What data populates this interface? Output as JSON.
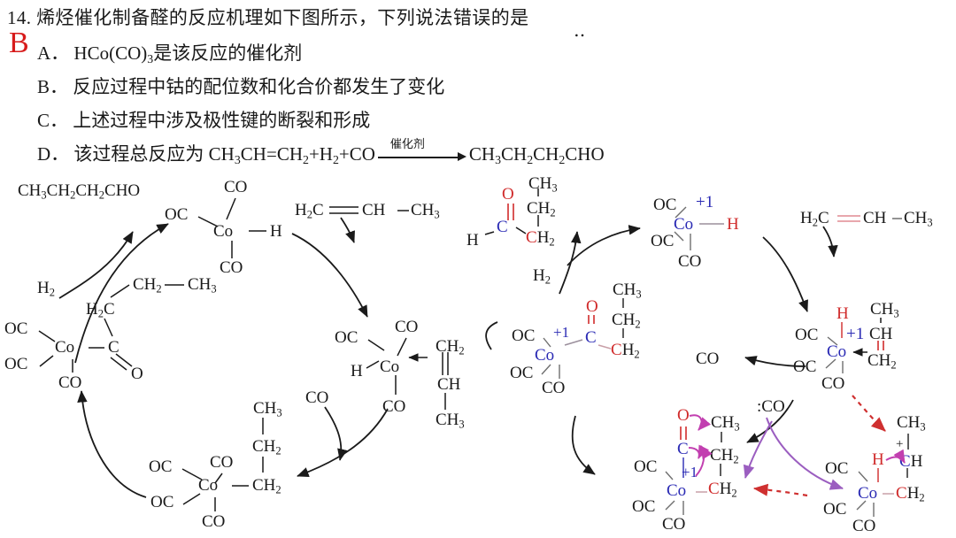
{
  "question": {
    "number": "14.",
    "stem": "烯烃催化制备醛的反应机理如下图所示，下列说法错误的是",
    "emphasis_dots": "‥",
    "answer_mark": "B",
    "options": [
      {
        "label": "A．",
        "text_before": "HCo(CO)",
        "sub": "3",
        "text_after": "是该反应的催化剂"
      },
      {
        "label": "B．",
        "text": "反应过程中钴的配位数和化合价都发生了变化"
      },
      {
        "label": "C．",
        "text": "上述过程中涉及极性键的断裂和形成"
      },
      {
        "label": "D．",
        "prefix": "该过程总反应为",
        "reactants": "CH3CH=CH2+H2+CO",
        "arrow_caption": "催化剂",
        "products": "CH3CH2CH2CHO"
      }
    ]
  },
  "left_cycle": {
    "title_hidden": "",
    "product": "CH3CH2CH2CHO",
    "reagents": [
      "H2",
      "H2C=CH–CH3",
      "CO"
    ],
    "species": [
      {
        "name": "hydrido-cobalt-tricarbonyl",
        "center": "Co",
        "ligands": [
          "OC",
          "CO",
          "CO",
          "H"
        ]
      },
      {
        "name": "alkene-coordinated-cobalt",
        "center": "Co",
        "ligands": [
          "OC",
          "CO",
          "CO",
          "H"
        ],
        "alkene": [
          "CH2",
          "CH",
          "CH3"
        ]
      },
      {
        "name": "alkyl-cobalt-tricarbonyl",
        "center": "Co",
        "ligands": [
          "OC",
          "OC",
          "CO",
          "CO"
        ],
        "chain": [
          "CH2",
          "CH2",
          "CH3"
        ]
      },
      {
        "name": "acyl-cobalt-tricarbonyl",
        "center": "Co",
        "ligands": [
          "OC",
          "OC",
          "CO"
        ],
        "acyl": [
          "C",
          "O",
          "H2C",
          "CH2",
          "CH3"
        ]
      }
    ],
    "labels": {
      "OC": "OC",
      "CO": "CO",
      "Co": "Co",
      "H": "H",
      "CH2": "CH2",
      "CH3": "CH3",
      "H2C": "H2C",
      "CH": "CH",
      "C": "C",
      "O": "O",
      "H2": "H2"
    }
  },
  "right_cycle": {
    "charge_label": "+1",
    "lone_pair_co": ":CO",
    "free_co": "CO",
    "reagents": [
      "H2",
      "H2C=CH–CH3",
      "CO",
      ":CO"
    ],
    "aldehyde": {
      "H": "H",
      "C": "C",
      "O": "O",
      "CH2": "CH2",
      "CH2b": "CH2",
      "CH3": "CH3"
    },
    "species": [
      {
        "name": "hydrido-cobalt-cation",
        "center": "Co",
        "charge": "+1",
        "ligands": [
          "OC",
          "OC",
          "CO"
        ],
        "hydride": "H"
      },
      {
        "name": "alkene-cobalt-cation",
        "center": "Co",
        "charge": "+1",
        "ligands": [
          "OC",
          "OC",
          "CO"
        ],
        "hydride": "H",
        "alkene": [
          "CH3",
          "CH",
          "CH2"
        ]
      },
      {
        "name": "carbocation-alkyl-cobalt",
        "center": "Co",
        "charge_on_carbon": "+",
        "ligands": [
          "OC",
          "OC",
          "CO"
        ],
        "hydride": "H",
        "chain": [
          "CH3",
          "CH",
          "CH2"
        ]
      },
      {
        "name": "acyl-cobalt-cation-migrating",
        "center": "Co",
        "charge": "+1",
        "ligands": [
          "OC",
          "OC",
          "CO"
        ],
        "acyl": [
          "O",
          "C"
        ],
        "chain": [
          "CH3",
          "CH2",
          "CH2"
        ]
      },
      {
        "name": "acyl-cobalt-cation",
        "center": "Co",
        "charge": "+1",
        "ligands": [
          "OC",
          "OC",
          "CO"
        ],
        "acyl": [
          "O",
          "C"
        ],
        "chain": [
          "CH3",
          "CH2",
          "CH2"
        ]
      }
    ],
    "labels": {
      "OC": "OC",
      "CO": "CO",
      "Co": "Co",
      "H": "H",
      "CH2": "CH2",
      "CH3": "CH3",
      "H2C": "H2C",
      "CH": "CH",
      "C": "C",
      "O": "O",
      "H2": "H2",
      "plus": "+"
    }
  },
  "colors": {
    "text": "#1a1a1a",
    "answer_red": "#d71b1b",
    "cobalt_blue": "#2a2ab4",
    "highlight_red": "#d02b2b",
    "arrow_magenta": "#c23fb0",
    "arrow_purple": "#9b5ec0",
    "dashed_red": "#cf3030",
    "bond_pink": "#e8a7ad"
  }
}
